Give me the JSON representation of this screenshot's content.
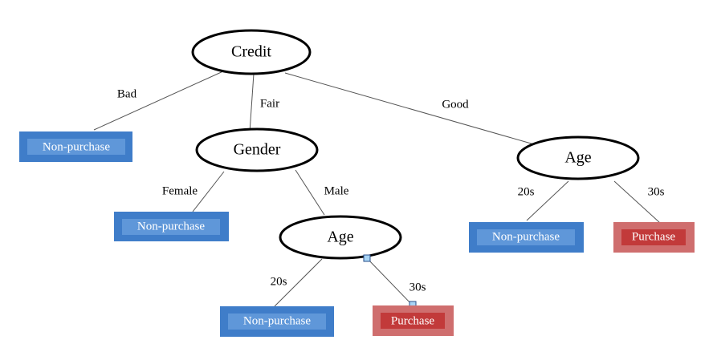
{
  "colors": {
    "non_purchase": "#3f7dc9",
    "purchase": "#cf6e6e",
    "edge": "#555555",
    "node_border": "#000000"
  },
  "nodes": {
    "credit": "Credit",
    "gender": "Gender",
    "age_male": "Age",
    "age_good": "Age"
  },
  "edges": {
    "bad": "Bad",
    "fair": "Fair",
    "good": "Good",
    "female": "Female",
    "male": "Male",
    "male_20s": "20s",
    "male_30s": "30s",
    "good_20s": "20s",
    "good_30s": "30s"
  },
  "leaves": {
    "bad_leaf": "Non-purchase",
    "female_leaf": "Non-purchase",
    "male_20s_leaf": "Non-purchase",
    "male_30s_leaf": "Purchase",
    "good_20s_leaf": "Non-purchase",
    "good_30s_leaf": "Purchase"
  }
}
